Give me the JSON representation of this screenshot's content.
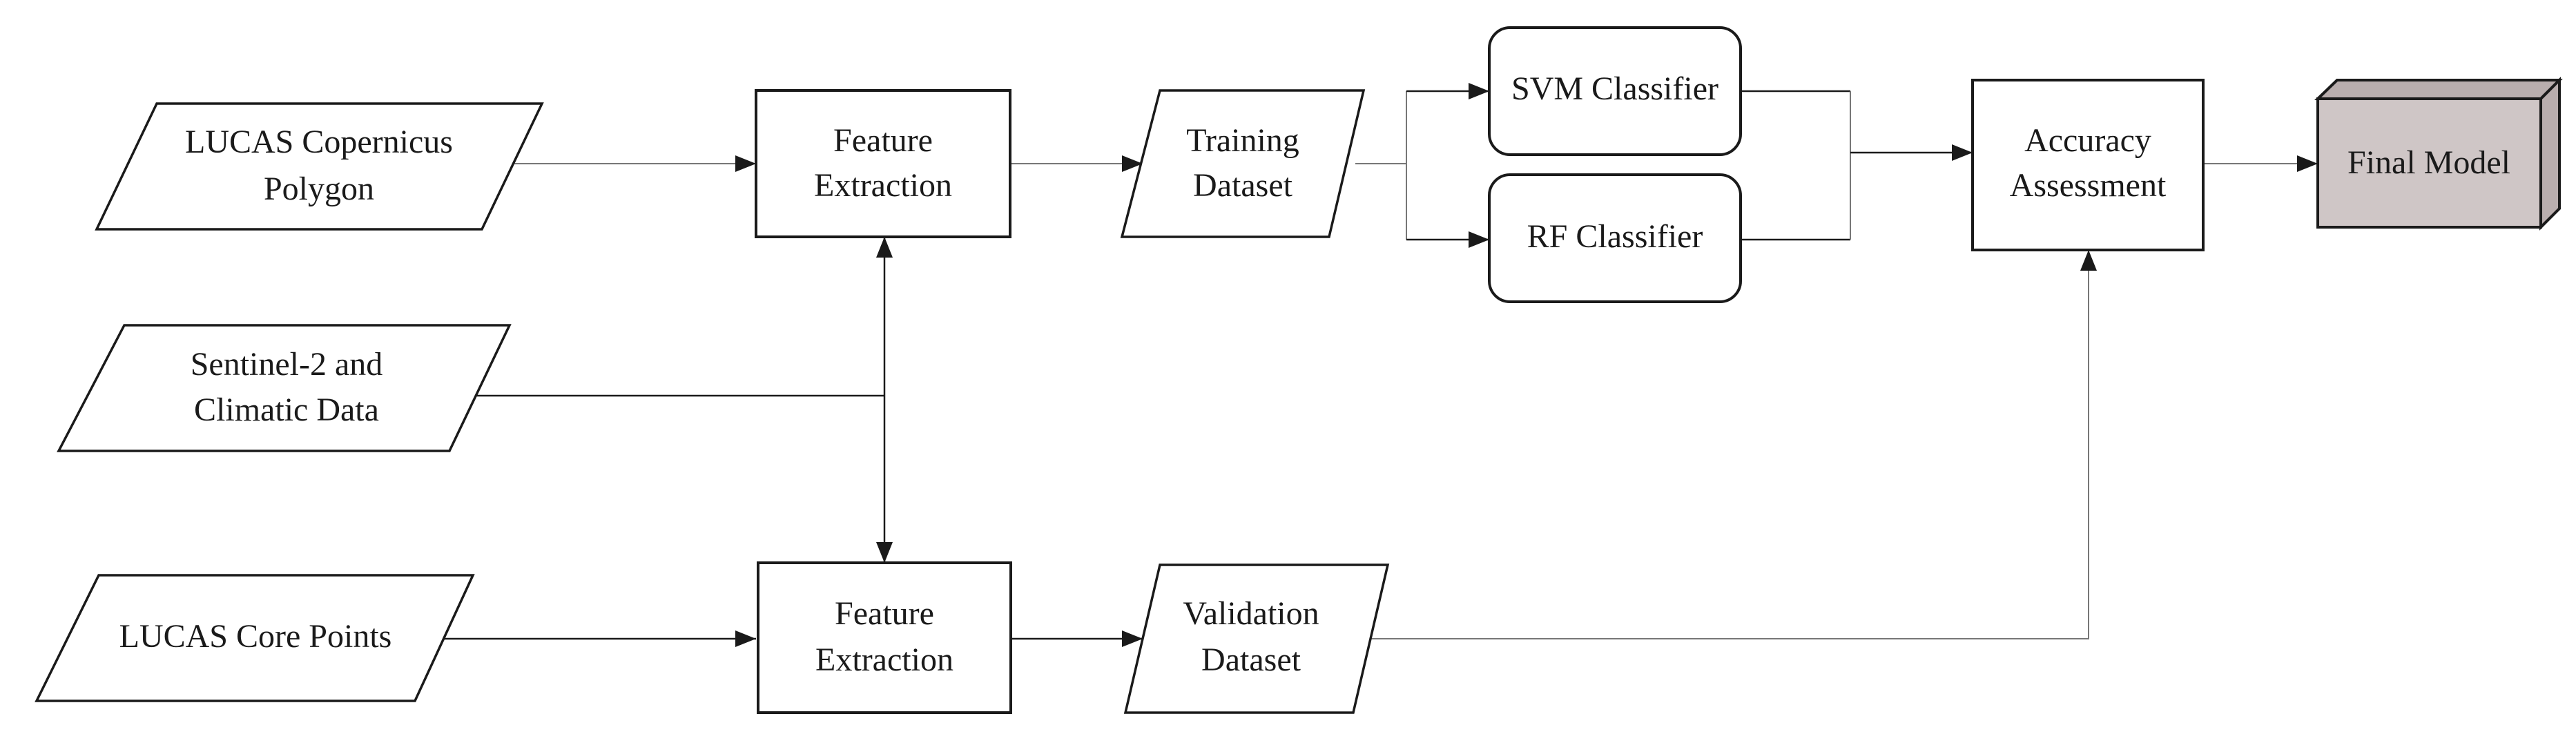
{
  "nodes": {
    "lucas_polygon": {
      "line1": "LUCAS Copernicus",
      "line2": "Polygon"
    },
    "sentinel": {
      "line1": "Sentinel-2 and",
      "line2": "Climatic Data"
    },
    "lucas_core": {
      "line1": "LUCAS Core Points"
    },
    "feature_extraction_top": {
      "line1": "Feature",
      "line2": "Extraction"
    },
    "feature_extraction_bottom": {
      "line1": "Feature",
      "line2": "Extraction"
    },
    "training_dataset": {
      "line1": "Training",
      "line2": "Dataset"
    },
    "validation_dataset": {
      "line1": "Validation",
      "line2": "Dataset"
    },
    "svm_classifier": {
      "line1": "SVM Classifier"
    },
    "rf_classifier": {
      "line1": "RF Classifier"
    },
    "accuracy_assessment": {
      "line1": "Accuracy",
      "line2": "Assessment"
    },
    "final_model": {
      "line1": "Final Model"
    }
  },
  "colors": {
    "stroke": "#1a1a1a",
    "final_model_fill": "#cfc6c6",
    "final_model_side": "#b9aeae"
  }
}
